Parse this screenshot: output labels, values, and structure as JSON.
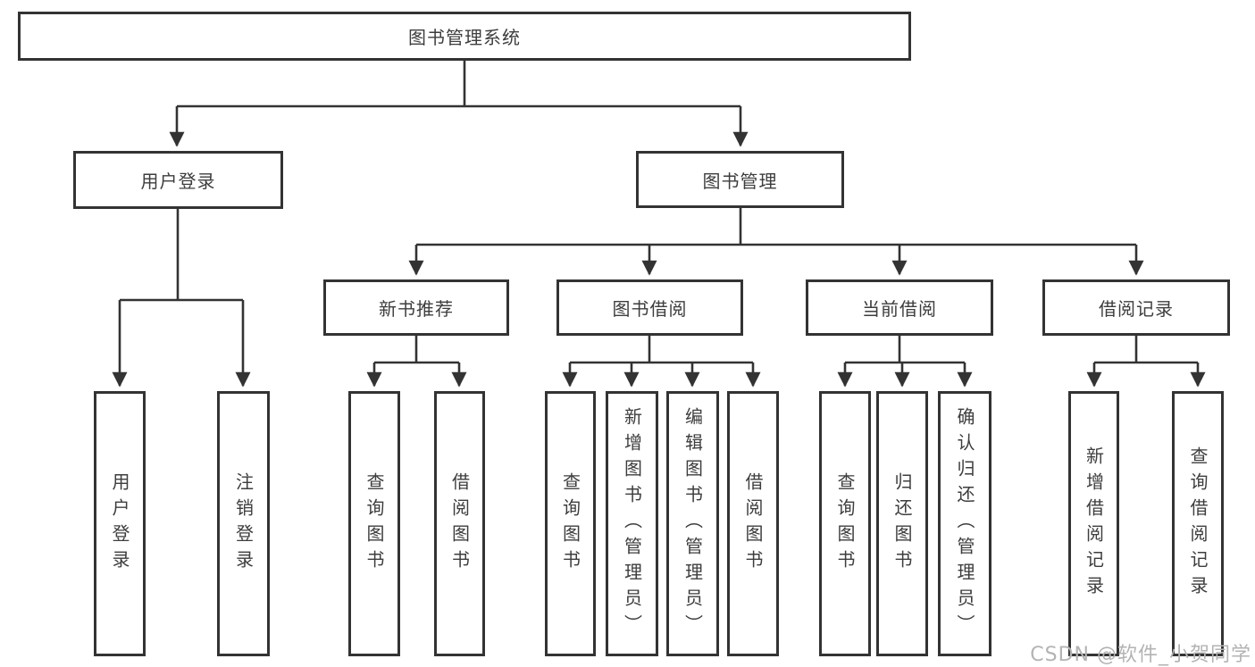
{
  "diagram": {
    "type": "hierarchy-tree",
    "root": {
      "label": "图书管理系统"
    },
    "children": [
      {
        "label": "用户登录",
        "children": [
          {
            "label": "用户登录"
          },
          {
            "label": "注销登录"
          }
        ]
      },
      {
        "label": "图书管理",
        "children": [
          {
            "label": "新书推荐",
            "children": [
              {
                "label": "查询图书"
              },
              {
                "label": "借阅图书"
              }
            ]
          },
          {
            "label": "图书借阅",
            "children": [
              {
                "label": "查询图书"
              },
              {
                "label": "新增图书（管理员）"
              },
              {
                "label": "编辑图书（管理员）"
              },
              {
                "label": "借阅图书"
              }
            ]
          },
          {
            "label": "当前借阅",
            "children": [
              {
                "label": "查询图书"
              },
              {
                "label": "归还图书"
              },
              {
                "label": "确认归还（管理员）"
              }
            ]
          },
          {
            "label": "借阅记录",
            "children": [
              {
                "label": "新增借阅记录"
              },
              {
                "label": "查询借阅记录"
              }
            ]
          }
        ]
      }
    ]
  },
  "watermark": {
    "text": "CSDN @软件_小贺同学",
    "color": "#b3b3b3"
  },
  "colors": {
    "line": "#333333",
    "box_border": "#333333",
    "text": "#3d3d3d",
    "background": "#ffffff"
  }
}
